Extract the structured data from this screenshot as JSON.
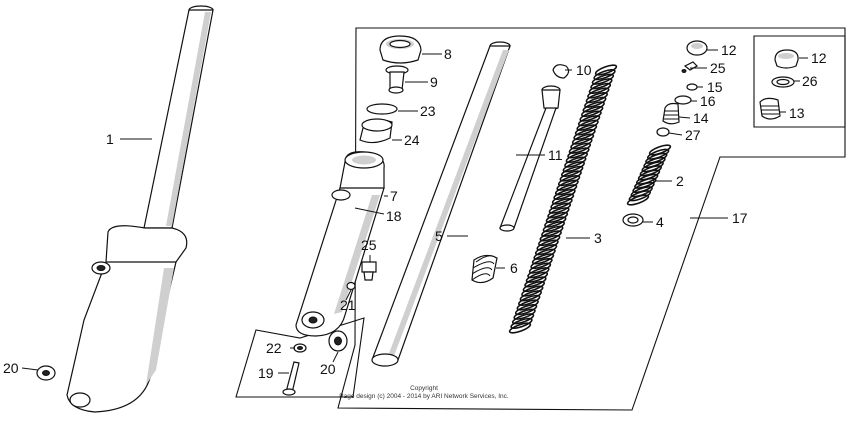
{
  "part_labels": {
    "p1": "1",
    "p2": "2",
    "p3": "3",
    "p4": "4",
    "p5": "5",
    "p6": "6",
    "p7": "7",
    "p8": "8",
    "p9": "9",
    "p10": "10",
    "p11": "11",
    "p12a": "12",
    "p12b": "12",
    "p13": "13",
    "p14": "14",
    "p15": "15",
    "p16": "16",
    "p17": "17",
    "p18": "18",
    "p19": "19",
    "p20a": "20",
    "p20b": "20",
    "p21": "21",
    "p22": "22",
    "p23": "23",
    "p24": "24",
    "p25a": "25",
    "p25b": "25",
    "p26": "26",
    "p27": "27"
  },
  "copyright": {
    "line1": "Copyright",
    "line2": "Page design (c) 2004 - 2014 by ARI Network Services, Inc."
  }
}
